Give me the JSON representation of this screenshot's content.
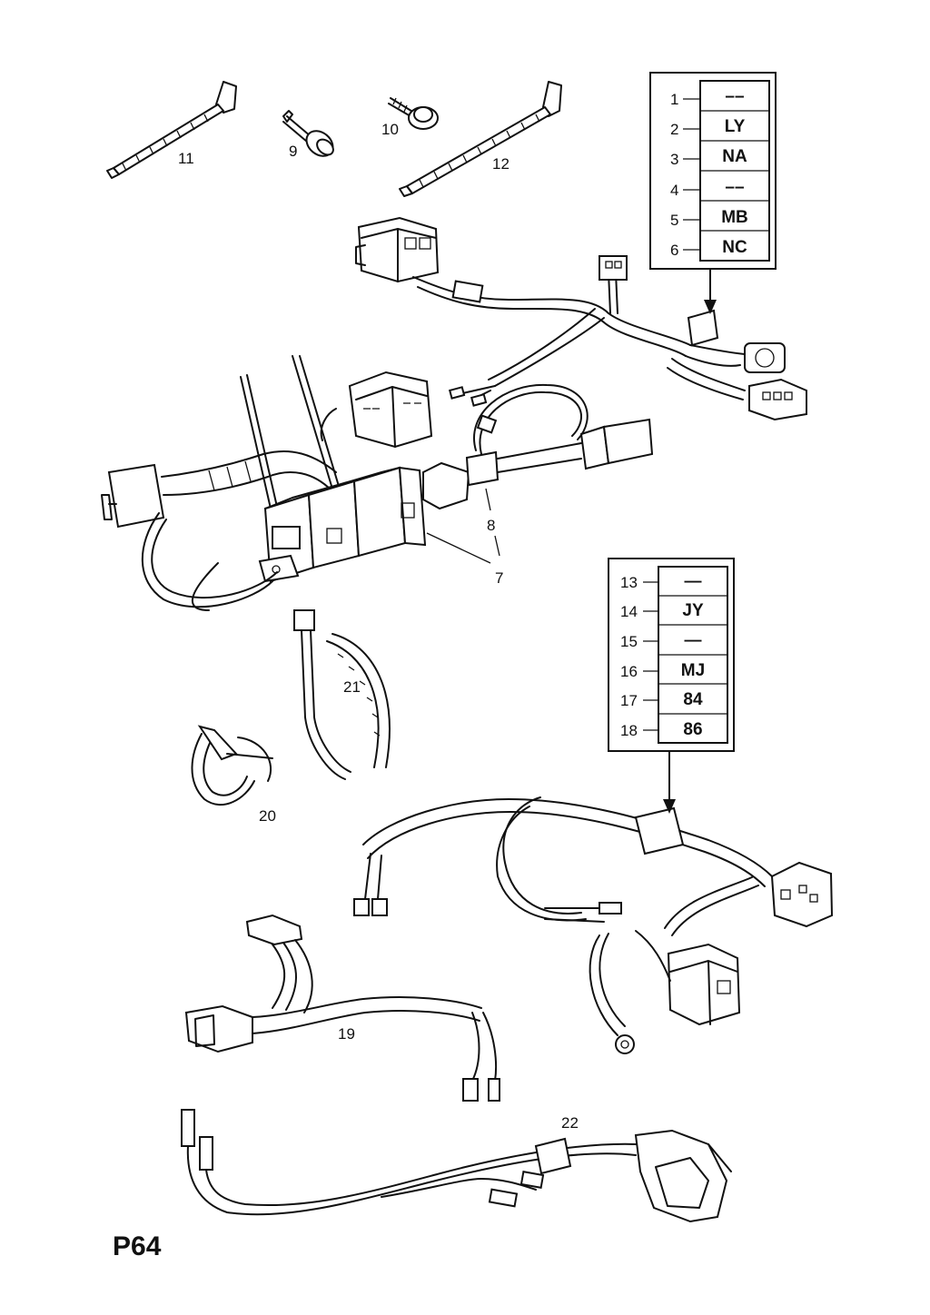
{
  "page_code": "P64",
  "part_labels": [
    {
      "id": "11",
      "text": "11"
    },
    {
      "id": "9",
      "text": "9"
    },
    {
      "id": "10",
      "text": "10"
    },
    {
      "id": "12",
      "text": "12"
    },
    {
      "id": "8",
      "text": "8"
    },
    {
      "id": "7",
      "text": "7"
    },
    {
      "id": "21",
      "text": "21"
    },
    {
      "id": "20",
      "text": "20"
    },
    {
      "id": "19",
      "text": "19"
    },
    {
      "id": "22",
      "text": "22"
    }
  ],
  "code_table_1": [
    {
      "num": "1",
      "code": "––"
    },
    {
      "num": "2",
      "code": "LY"
    },
    {
      "num": "3",
      "code": "NA"
    },
    {
      "num": "4",
      "code": "––"
    },
    {
      "num": "5",
      "code": "MB"
    },
    {
      "num": "6",
      "code": "NC"
    }
  ],
  "code_table_2": [
    {
      "num": "13",
      "code": "—"
    },
    {
      "num": "14",
      "code": "JY"
    },
    {
      "num": "15",
      "code": "—"
    },
    {
      "num": "16",
      "code": "MJ"
    },
    {
      "num": "17",
      "code": "84"
    },
    {
      "num": "18",
      "code": "86"
    }
  ]
}
